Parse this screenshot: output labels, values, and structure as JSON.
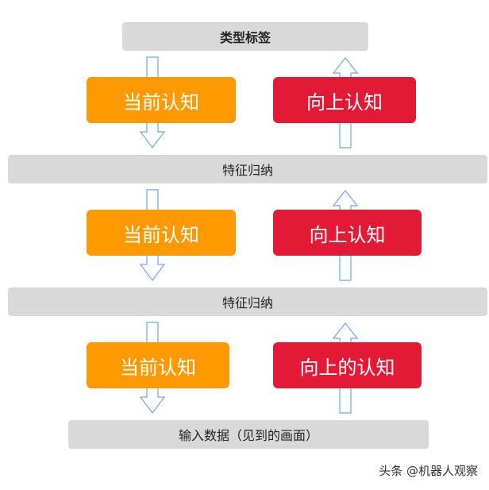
{
  "diagram": {
    "top_bar": "类型标签",
    "induction_bar_1": "特征归纳",
    "induction_bar_2": "特征归纳",
    "bottom_bar": "输入数据（见到的画面）",
    "levels": [
      {
        "left_box": "当前认知",
        "right_box": "向上认知"
      },
      {
        "left_box": "当前认知",
        "right_box": "向上认知"
      },
      {
        "left_box": "当前认知",
        "right_box": "向上的认知"
      }
    ]
  },
  "watermark": "头条 @机器人观察",
  "colors": {
    "bar": "#d9d9d9",
    "left_box": "#ff9900",
    "right_box": "#e21a36",
    "arrow_stroke": "#6fa8e8",
    "background": "#ffffff"
  }
}
